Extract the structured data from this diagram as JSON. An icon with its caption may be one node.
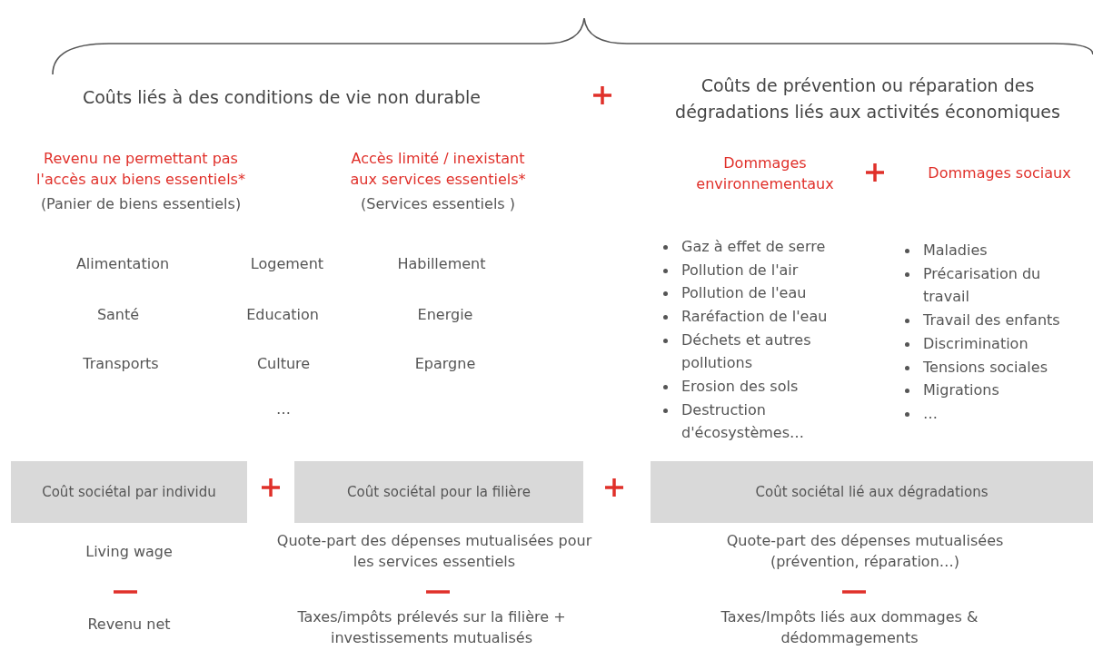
{
  "diagram": {
    "nodes": [
      {
        "text": [
          "Coût sociétal par individu"
        ]
      },
      {
        "text": [
          "Coût sociétal pour la filière"
        ]
      },
      {
        "text": [
          "Coût sociétal lié aux dégradations"
        ]
      }
    ],
    "edges": [],
    "labels": [
      "Coûts liés à des conditions de vie non durable",
      "Coûts de prévention ou réparation des dégradations liés aux activités économiques",
      "Revenu ne permettant pas l'accès aux biens essentiels*",
      "(Panier de biens essentiels)",
      "Accès limité / inexistant aux services essentiels*",
      "(Services essentiels )",
      "Dommages environnementaux",
      "Dommages sociaux",
      "Alimentation",
      "Logement",
      "Habillement",
      "Santé",
      "Education",
      "Energie",
      "Transports",
      "Culture",
      "Epargne",
      "…",
      "Gaz à effet de serre",
      "Pollution de l'air",
      "Pollution de l'eau",
      "Raréfaction de l'eau",
      "Déchets et autres pollutions",
      "Erosion des sols",
      "Destruction d'écosystèmes…",
      "Maladies",
      "Précarisation du travail",
      "Travail des enfants",
      "Discrimination",
      "Tensions sociales",
      "Migrations",
      "…",
      "Living wage",
      "Quote-part des dépenses mutualisées pour les services essentiels",
      "Quote-part des dépenses mutualisées (prévention, réparation…)",
      "Revenu net",
      "Taxes/impôts prélevés sur la filière + investissements mutualisés",
      "Taxes/Impôts liés aux dommages & dédommagements"
    ]
  }
}
